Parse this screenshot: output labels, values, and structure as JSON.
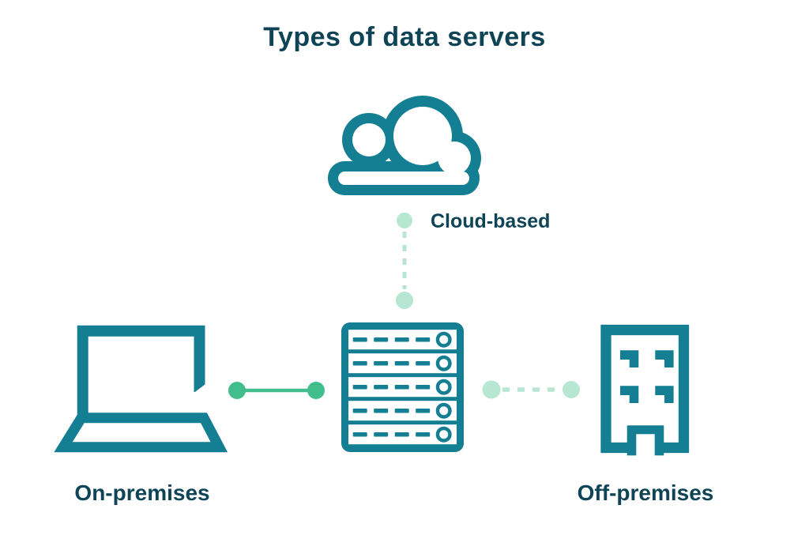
{
  "title": "Types of data servers",
  "nodes": {
    "cloud": {
      "label": "Cloud-based",
      "icon": "cloud-icon"
    },
    "on_premises": {
      "label": "On-premises",
      "icon": "laptop-icon"
    },
    "server": {
      "label": "",
      "icon": "server-rack-icon"
    },
    "off_premises": {
      "label": "Off-premises",
      "icon": "building-icon"
    }
  },
  "connections": [
    {
      "from": "cloud",
      "to": "server",
      "style": "dashed",
      "color": "mint"
    },
    {
      "from": "on_premises",
      "to": "server",
      "style": "solid",
      "color": "green"
    },
    {
      "from": "server",
      "to": "off_premises",
      "style": "dashed",
      "color": "mint"
    }
  ],
  "colors": {
    "teal": "#147e92",
    "ink": "#0f4456",
    "green": "#42be8d",
    "mint": "#b7e6d3",
    "background": "#ffffff"
  }
}
